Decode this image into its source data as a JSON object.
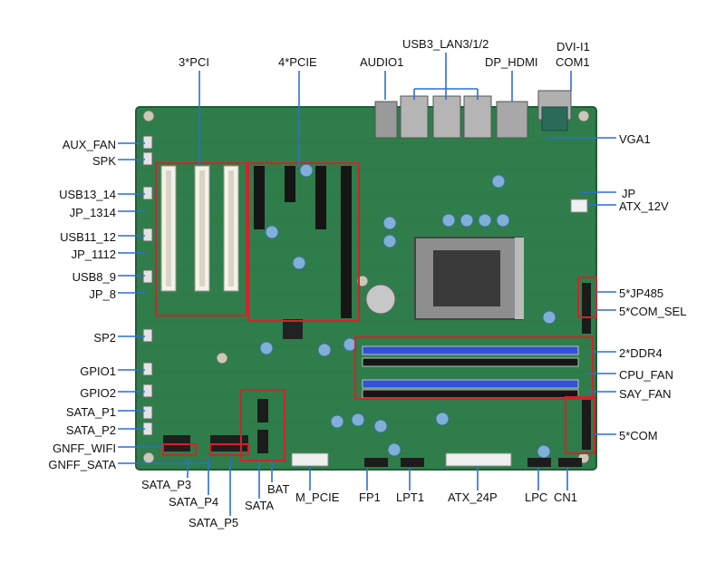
{
  "labels": {
    "top": {
      "pci": "3*PCI",
      "pcie": "4*PCIE",
      "audio": "AUDIO1",
      "usb3_lan": "USB3_LAN3/1/2",
      "dp_hdmi": "DP_HDMI",
      "dvi": "DVI-I1",
      "com1": "COM1"
    },
    "left": {
      "aux_fan": "AUX_FAN",
      "spk": "SPK",
      "usb13_14": "USB13_14",
      "jp_1314": "JP_1314",
      "usb11_12": "USB11_12",
      "jp_1112": "JP_1112",
      "usb8_9": "USB8_9",
      "jp_8": "JP_8",
      "sp2": "SP2",
      "gpio1": "GPIO1",
      "gpio2": "GPIO2",
      "sata_p1": "SATA_P1",
      "sata_p2": "SATA_P2",
      "gnff_wifi": "GNFF_WIFI",
      "gnff_sata": "GNFF_SATA"
    },
    "right": {
      "vga": "VGA1",
      "jp": "JP",
      "atx_12v": "ATX_12V",
      "jp485": "5*JP485",
      "com_sel": "5*COM_SEL",
      "ddr4": "2*DDR4",
      "cpu_fan": "CPU_FAN",
      "say_fan": "SAY_FAN",
      "com5": "5*COM"
    },
    "bottom": {
      "sata_p3": "SATA_P3",
      "sata_p4": "SATA_P4",
      "sata_p5": "SATA_P5",
      "sata": "SATA",
      "bat": "BAT",
      "m_pcie": "M_PCIE",
      "fp1": "FP1",
      "lpt1": "LPT1",
      "atx_24p": "ATX_24P",
      "lpc": "LPC",
      "cn1": "CN1"
    }
  },
  "colors": {
    "pcb": "#2f7d4a",
    "pcb_dark": "#1f5e35",
    "highlight": "#d2232a",
    "callout_line": "#2a6fd6",
    "dimm_blue": "#2a4fd0",
    "slot_white": "#f4f1e8",
    "slot_black": "#151515"
  }
}
